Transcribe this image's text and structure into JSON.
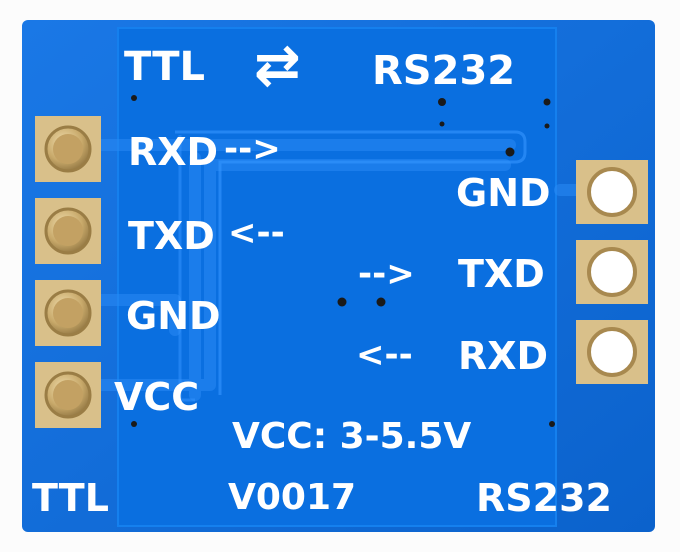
{
  "board": {
    "colors": {
      "background": "#fcfcfc",
      "pcb": "#0d6fdc",
      "pcb_dark": "#0b5ec2",
      "module_top": "#0a73e8",
      "trace": "#1a82f2",
      "silkscreen": "#ffffff",
      "pad_gold": "#c8a96a",
      "via": "#1a1a1a"
    },
    "top_left_label": "TTL",
    "top_arrows": "⇄",
    "top_right_label": "RS232",
    "left_pins": [
      "RXD",
      "TXD",
      "GND",
      "VCC"
    ],
    "left_rxd_arrow": "-->",
    "left_txd_arrow": "<--",
    "right_pins": [
      "GND",
      "TXD",
      "RXD"
    ],
    "right_txd_arrow": "-->",
    "right_rxd_arrow": "<--",
    "voltage_note": "VCC: 3-5.5V",
    "version": "V0017",
    "bottom_left_label": "TTL",
    "bottom_right_label": "RS232"
  }
}
